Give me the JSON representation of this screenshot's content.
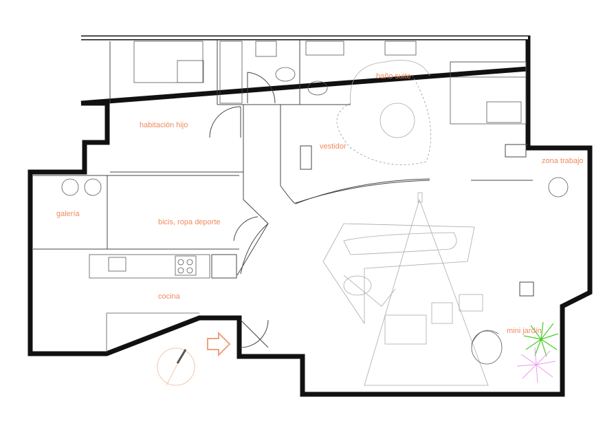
{
  "rooms": {
    "habitacion_hijo": "habitación hijo",
    "bano_suite": "baño suite",
    "vestidor": "vestidor",
    "zona_trabajo": "zona trabajo",
    "galeria": "galería",
    "bicis": "bicis, ropa deporte",
    "cocina": "cocina",
    "mini_jardin": "mini jardín"
  },
  "colors": {
    "label": "#f08a5d",
    "entry_arrow": "#f0a080",
    "plant_green": "#44cc22",
    "plant_pink": "#ee99ee",
    "wall": "#111111"
  },
  "icons": {
    "entry": "entry-arrow-icon",
    "north": "north-compass-icon"
  }
}
